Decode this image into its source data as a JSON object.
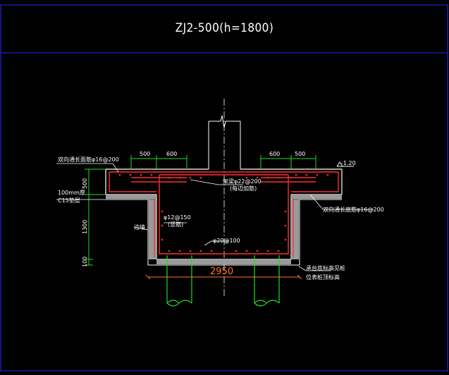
{
  "title": "ZJ2-500(h=1800)",
  "colors": {
    "background": "#000000",
    "frame": "#1a1aa8",
    "concrete_outline": "#ffffff",
    "rebar": "#ff3030",
    "dimension": "#22dd22",
    "label": "#ffffff",
    "pile": "#22dd22",
    "cushion": "#9a9a9a",
    "elevation_marker": "#ffffff"
  },
  "labels": {
    "top_rebar_left": "双向通长面筋φ16@200",
    "top_dim_left_1": "500",
    "top_dim_left_2": "600",
    "top_dim_right_1": "600",
    "top_dim_right_2": "500",
    "elevation": "-1.20",
    "stirrup_note_1": "架梁φ22@200",
    "stirrup_note_2": "(每边加筋)",
    "cushion_note_1": "100mm厚",
    "cushion_note_2": "C15垫层",
    "bottom_rebar_right": "双向通长底筋φ16@200",
    "side_rebar_1": "φ12@150",
    "side_rebar_2": "(竖筋)",
    "side_label": "边墙",
    "bottom_bar": "φ20@100",
    "height_dim_top": "500",
    "height_dim_mid": "1300",
    "height_dim_bottom": "100",
    "width_dim": "2950",
    "pile_note_1": "承台底标高见桩",
    "pile_note_2": "位表桩顶标高"
  }
}
